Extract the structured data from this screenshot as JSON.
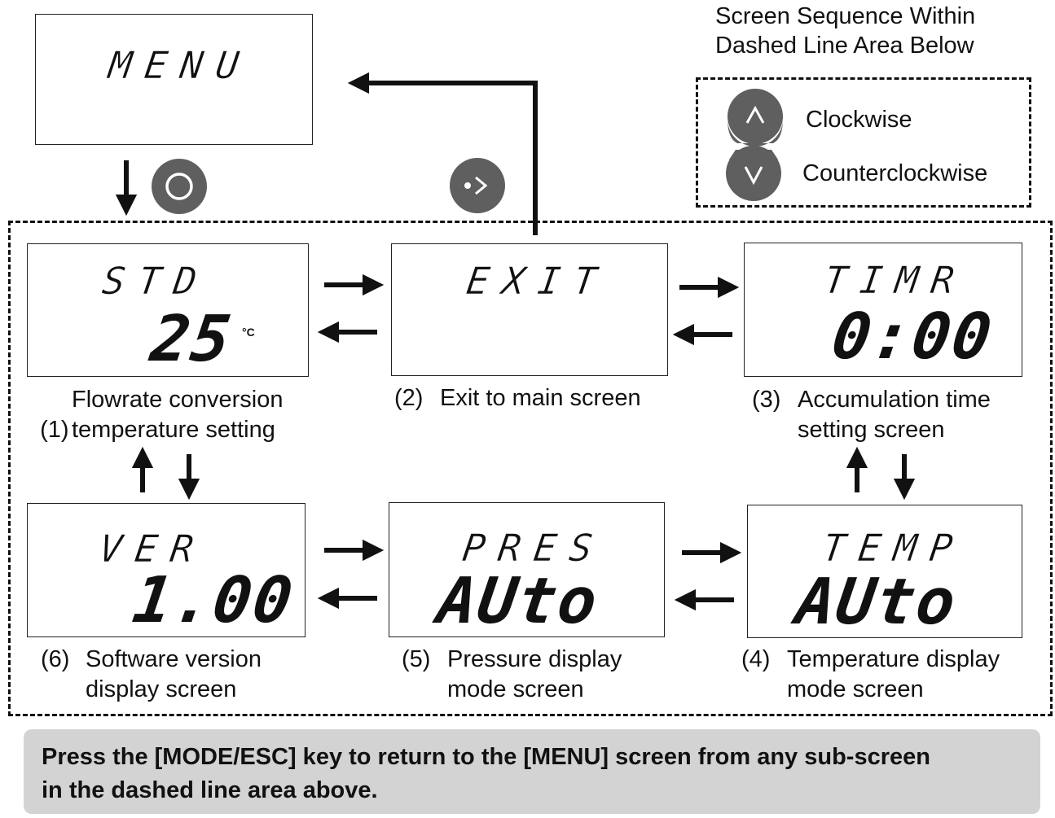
{
  "legend": {
    "title_line1": "Screen Sequence Within",
    "title_line2": "Dashed Line Area Below",
    "clockwise": "Clockwise",
    "counterclockwise": "Counterclockwise"
  },
  "menu_screen": {
    "text": "MENU"
  },
  "screens": {
    "s1": {
      "top": "STD",
      "value": "25",
      "unit": "°C",
      "num": "(1)",
      "line1": "Flowrate conversion",
      "line2": "temperature setting"
    },
    "s2": {
      "top": "EXIT",
      "num": "(2)",
      "line1": "Exit to main screen"
    },
    "s3": {
      "top": "TIMR",
      "value": "0:00",
      "num": "(3)",
      "line1": "Accumulation time",
      "line2": "setting screen"
    },
    "s4": {
      "top": "TEMP",
      "value": "AUto",
      "num": "(4)",
      "line1": "Temperature display",
      "line2": "mode screen"
    },
    "s5": {
      "top": "PRES",
      "value": "AUto",
      "num": "(5)",
      "line1": "Pressure display",
      "line2": "mode screen"
    },
    "s6": {
      "top": "VER",
      "value": "1.00",
      "num": "(6)",
      "line1": "Software version",
      "line2": "display screen"
    }
  },
  "note": {
    "line1": "Press the [MODE/ESC] key to return to the [MENU] screen from any sub-screen",
    "line2": "in the dashed line area above."
  },
  "icons": {
    "select_button": "circle-button-icon",
    "next_button": "dot-arrow-button-icon",
    "up_button": "up-chevron-button-icon",
    "down_button": "down-chevron-button-icon"
  },
  "colors": {
    "button_gray": "#5f5f5f",
    "note_background": "#d3d3d3",
    "line": "#111111"
  }
}
